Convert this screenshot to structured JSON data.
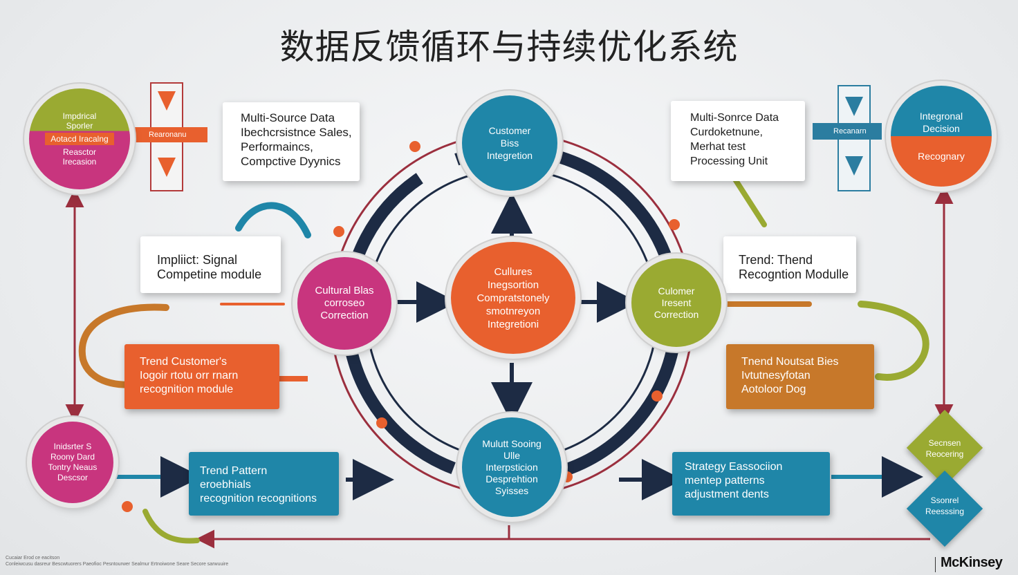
{
  "title": "数据反馈循环与持续优化系统",
  "colors": {
    "navy": "#1d2b44",
    "teal": "#1f86a8",
    "orange": "#e8602e",
    "magenta": "#c8357e",
    "olive": "#9aaa32",
    "amber": "#c7782a",
    "red": "#9b2f3e"
  },
  "icons": {
    "arrow": "chevron-arrow-icon",
    "connector": "curved-arrow-icon",
    "dot": "connector-dot-icon"
  },
  "top_left_badge": {
    "line1": "Impdrical",
    "line2": "Sporler",
    "band": "Aotacd Iracalng",
    "line3": "Reasctor",
    "line4": "Irecasion",
    "tag": "Rearonanu"
  },
  "top_right_badge": {
    "line1": "Integronal",
    "line2": "Decision",
    "band": "Recognary",
    "tag": "Recanarn"
  },
  "card_data_left": {
    "lines": [
      "Multi-Source Data",
      "Ibechcrsistnce Sales,",
      "Performaincs,",
      "Compctive Dyynics"
    ]
  },
  "card_data_right": {
    "lines": [
      "Multi-Sonrce Data",
      "Curdoketnune,",
      "Merhat test",
      "Processing Unit"
    ]
  },
  "card_signal": {
    "lines": [
      "Impliict: Signal",
      "Competine module"
    ]
  },
  "card_trend_right": {
    "lines": [
      "Trend: Thend",
      "Recogntion Modulle"
    ]
  },
  "box_trend_customer": {
    "lines": [
      "Trend Customer's",
      "Iogoir rtotu orr rnarn",
      "recognition module"
    ]
  },
  "box_trend_bias": {
    "lines": [
      "Tnend Noutsat Bies",
      "Ivtutnesyfotan",
      "Aotoloor Dog"
    ]
  },
  "box_trend_pattern": {
    "lines": [
      "Trend    Pattern",
      "eroebhials",
      "recognition recognitions"
    ]
  },
  "box_strategy": {
    "lines": [
      "Strategy Eassociion",
      "mentep patterns",
      "adjustment dents"
    ]
  },
  "node_top": {
    "lines": [
      "Customer",
      "Biss",
      "Integretion"
    ]
  },
  "node_center": {
    "lines": [
      "Cullures",
      "Inegsortion",
      "Compratstonely",
      "smotnreyon",
      "Integretioni"
    ]
  },
  "node_left": {
    "lines": [
      "Cultural Blas",
      "corroseo",
      "Correction"
    ]
  },
  "node_right": {
    "lines": [
      "Culomer",
      "Iresent",
      "Correction"
    ]
  },
  "node_bottom": {
    "lines": [
      "Mulutt Sooing",
      "Ulle",
      "Interpsticion",
      "Desprehtion",
      "Syisses"
    ]
  },
  "node_bottom_left": {
    "lines": [
      "Inidsrter S",
      "Roony Dard",
      "Tontry Neaus",
      "Descsor"
    ]
  },
  "diamond_top": {
    "lines": [
      "Secnsen",
      "Reocering"
    ]
  },
  "diamond_bottom": {
    "lines": [
      "Ssonrel",
      "Reesssing"
    ]
  },
  "footer": {
    "line1": "Cucaiar Erod ce eacitson",
    "line2": "Conleiwcusu dasreur Bescwtuorers Paeofioc Pesntourwer Sealmur Ertnoiwone Seare Secore sarwuuire"
  },
  "brand": "McKinsey"
}
